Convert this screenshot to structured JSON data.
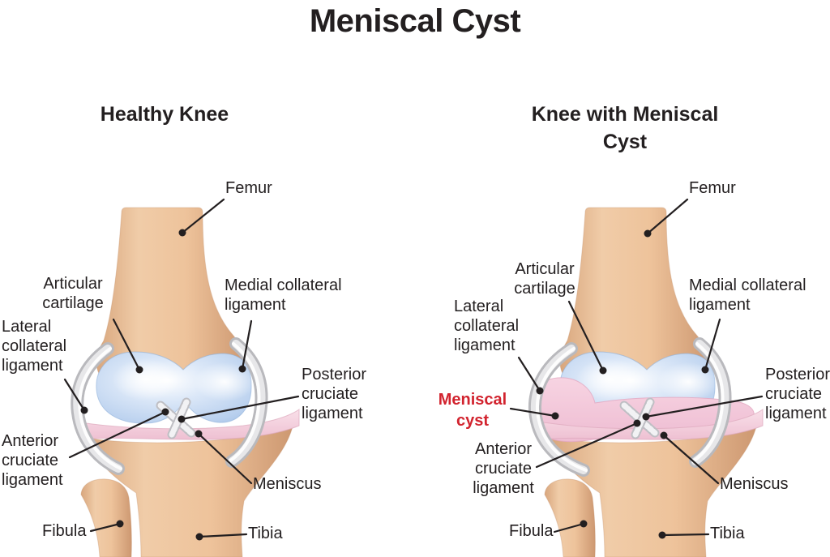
{
  "title": "Meniscal Cyst",
  "panels": {
    "healthy": {
      "subtitle": "Healthy Knee",
      "labels": {
        "femur": "Femur",
        "articular_cartilage": "Articular\ncartilage",
        "lateral_collateral_ligament": "Lateral\ncollateral\nligament",
        "medial_collateral_ligament": "Medial collateral\nligament",
        "posterior_cruciate_ligament": "Posterior\ncruciate\nligament",
        "anterior_cruciate_ligament": "Anterior\ncruciate\nligament",
        "meniscus": "Meniscus",
        "fibula": "Fibula",
        "tibia": "Tibia"
      }
    },
    "cyst": {
      "subtitle": "Knee with Meniscal\nCyst",
      "labels": {
        "femur": "Femur",
        "articular_cartilage": "Articular\ncartilage",
        "lateral_collateral_ligament": "Lateral\ncollateral\nligament",
        "medial_collateral_ligament": "Medial collateral\nligament",
        "meniscal_cyst": "Meniscal\ncyst",
        "posterior_cruciate_ligament": "Posterior\ncruciate\nligament",
        "anterior_cruciate_ligament": "Anterior\ncruciate\nligament",
        "meniscus": "Meniscus",
        "fibula": "Fibula",
        "tibia": "Tibia"
      }
    }
  },
  "colors": {
    "background": "#ffffff",
    "label_text": "#231f20",
    "highlight_label": "#d2232e",
    "leader_line": "#231f20",
    "bone": "#e9bb93",
    "articular_cartilage": "#b9d0ee",
    "meniscus": "#f3cbd9",
    "ligament": "#d9d9db",
    "cyst": "#f5cede"
  }
}
